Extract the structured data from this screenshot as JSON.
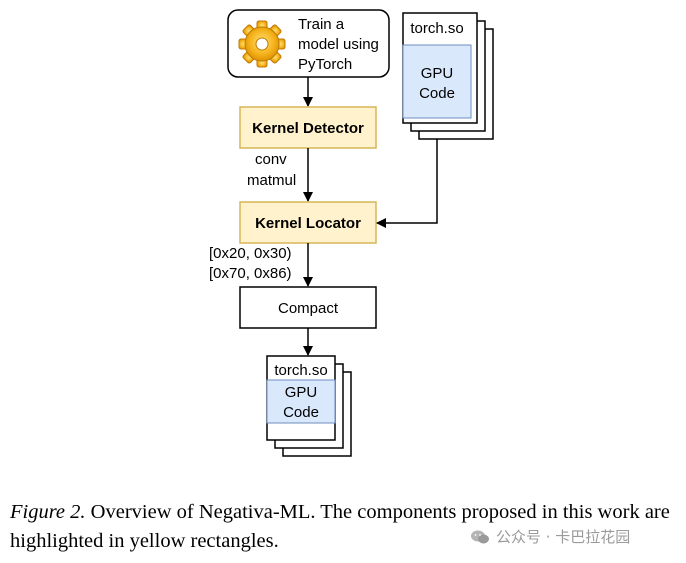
{
  "diagram": {
    "train": {
      "lines": [
        "Train a",
        "model using",
        "PyTorch"
      ],
      "icon": "gear-icon"
    },
    "detector": {
      "label": "Kernel Detector"
    },
    "detector_out": {
      "lines": [
        "conv",
        "matmul"
      ]
    },
    "locator": {
      "label": "Kernel Locator"
    },
    "locator_out": {
      "lines": [
        "[0x20, 0x30)",
        "[0x70, 0x86)"
      ]
    },
    "compact": {
      "label": "Compact"
    },
    "lib_top": {
      "file": "torch.so",
      "code_lines": [
        "GPU",
        "Code"
      ]
    },
    "lib_bottom": {
      "file": "torch.so",
      "code_lines": [
        "GPU",
        "Code"
      ]
    },
    "colors": {
      "highlight_fill": "#fff2cc",
      "highlight_stroke": "#d6b656",
      "code_fill": "#dae8fc",
      "code_stroke": "#6c8ebf"
    }
  },
  "caption": {
    "figure_label": "Figure 2.",
    "text": "Overview of Negativa-ML. The components proposed in this work are highlighted in yellow rectangles."
  },
  "watermark": {
    "text": "公众号 · 卡巴拉花园",
    "icon": "wechat-icon"
  }
}
